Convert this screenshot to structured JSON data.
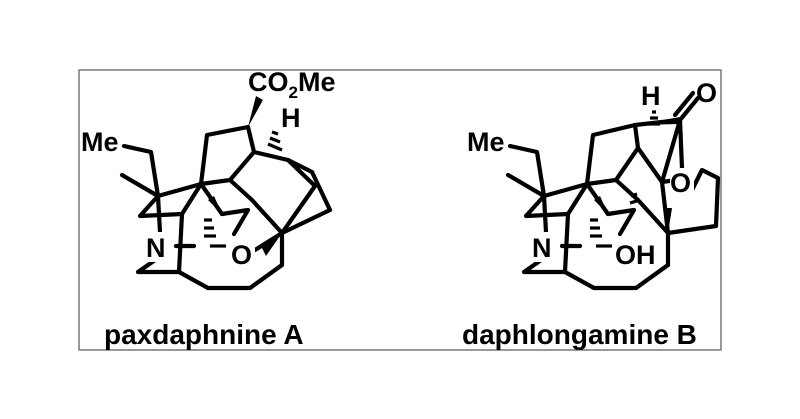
{
  "frame_color": "#000000",
  "compounds": [
    {
      "name": "paxdaphnine A",
      "labels": {
        "methyl": "Me",
        "nitrogen": "N",
        "oxygen": "O",
        "hydrogen": "H",
        "ester": "CO",
        "ester_subscript": "2",
        "ester_tail": "Me"
      }
    },
    {
      "name": "daphlongamine B",
      "labels": {
        "methyl": "Me",
        "nitrogen": "N",
        "hydroxyl": "OH",
        "hydrogen": "H",
        "ring_oxygen": "O",
        "carbonyl_oxygen": "O"
      }
    }
  ]
}
